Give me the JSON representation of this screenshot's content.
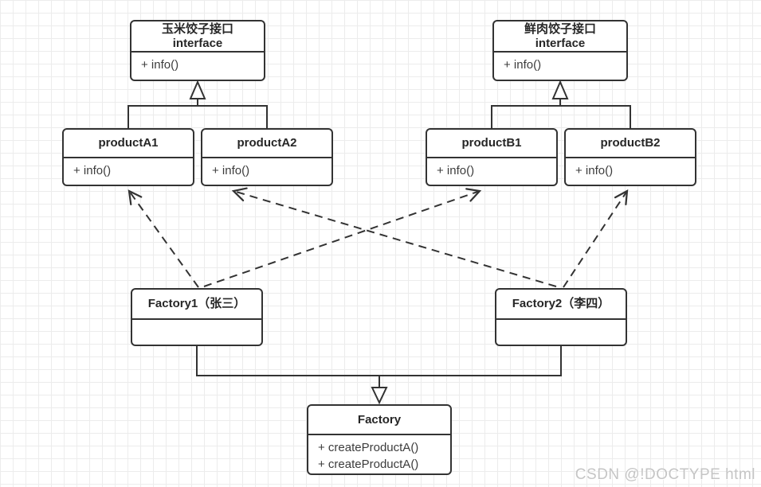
{
  "diagram": {
    "interface_a": {
      "title": "玉米饺子接口",
      "stereotype": "interface",
      "methods": [
        "+ info()"
      ]
    },
    "interface_b": {
      "title": "鲜肉饺子接口",
      "stereotype": "interface",
      "methods": [
        "+ info()"
      ]
    },
    "product_a1": {
      "title": "productA1",
      "methods": [
        "+ info()"
      ]
    },
    "product_a2": {
      "title": "productA2",
      "methods": [
        "+ info()"
      ]
    },
    "product_b1": {
      "title": "productB1",
      "methods": [
        "+ info()"
      ]
    },
    "product_b2": {
      "title": "productB2",
      "methods": [
        "+ info()"
      ]
    },
    "factory1": {
      "title": "Factory1（张三）"
    },
    "factory2": {
      "title": "Factory2（李四）"
    },
    "factory": {
      "title": "Factory",
      "methods": [
        "+ createProductA()",
        "+ createProductA()"
      ]
    }
  },
  "relations": {
    "generalization_a": "productA1, productA2 → 玉米饺子接口",
    "generalization_b": "productB1, productB2 → 鲜肉饺子接口",
    "generalization_factory": "Factory1, Factory2 → Factory",
    "dependency_1": "Factory1 → productA1",
    "dependency_2": "Factory1 → productB1",
    "dependency_3": "Factory2 → productA2",
    "dependency_4": "Factory2 → productB2"
  },
  "colors": {
    "stroke": "#333333",
    "box_fill": "#ffffff",
    "grid": "#ececec",
    "watermark": "#c5c5c5"
  },
  "watermark": {
    "text": "CSDN @!DOCTYPE html"
  }
}
